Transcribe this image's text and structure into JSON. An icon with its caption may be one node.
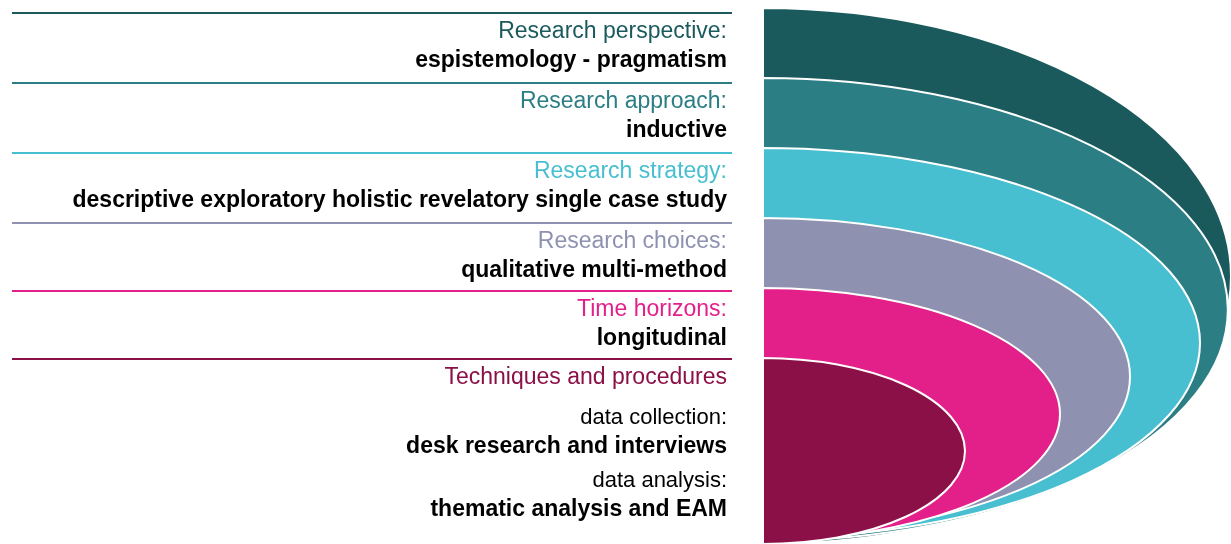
{
  "diagram": {
    "nodes": [
      {
        "text": [
          "Research perspective:",
          "espistemology - pragmatism"
        ]
      },
      {
        "text": [
          "Research approach:",
          "inductive"
        ]
      },
      {
        "text": [
          "Research strategy:",
          "descriptive exploratory holistic revelatory single case study"
        ]
      },
      {
        "text": [
          "Research choices:",
          "qualitative multi-method"
        ]
      },
      {
        "text": [
          "Time horizons:",
          "longitudinal"
        ]
      },
      {
        "text": [
          "Techniques and procedures",
          "data collection:",
          "desk research and interviews",
          "data analysis:",
          "thematic analysis and EAM"
        ]
      }
    ]
  }
}
